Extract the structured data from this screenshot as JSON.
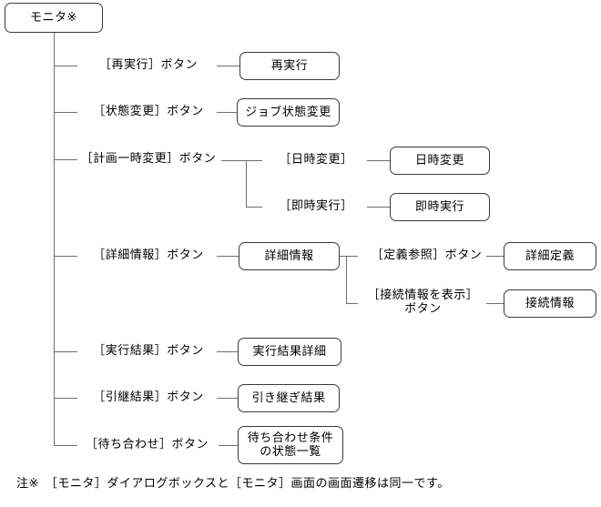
{
  "diagram": {
    "root": {
      "label": "モニタ※"
    },
    "branches": [
      {
        "button_label": "［再実行］ボタン",
        "screen_label": "再実行"
      },
      {
        "button_label": "［状態変更］ボタン",
        "screen_label": "ジョブ状態変更"
      },
      {
        "button_label": "［計画一時変更］ボタン",
        "sub_items": [
          {
            "menu_label": "［日時変更］",
            "screen_label": "日時変更"
          },
          {
            "menu_label": "［即時実行］",
            "screen_label": "即時実行"
          }
        ]
      },
      {
        "button_label": "［詳細情報］ボタン",
        "screen_label": "詳細情報",
        "sub_items": [
          {
            "menu_label": "［定義参照］ボタン",
            "screen_label": "詳細定義"
          },
          {
            "menu_label": "［接続情報を表示］\nボタン",
            "screen_label": "接続情報"
          }
        ]
      },
      {
        "button_label": "［実行結果］ボタン",
        "screen_label": "実行結果詳細"
      },
      {
        "button_label": "［引継結果］ボタン",
        "screen_label": "引き継ぎ結果"
      },
      {
        "button_label": "［待ち合わせ］ボタン",
        "screen_label": "待ち合わせ条件\nの状態一覧"
      }
    ],
    "footnote": "注※　［モニタ］ダイアログボックスと［モニタ］画面の画面遷移は同一です。"
  },
  "colors": {
    "line": "#6f6f6f",
    "box_border": "#3a3a3a",
    "text": "#000000",
    "background": "#ffffff"
  }
}
